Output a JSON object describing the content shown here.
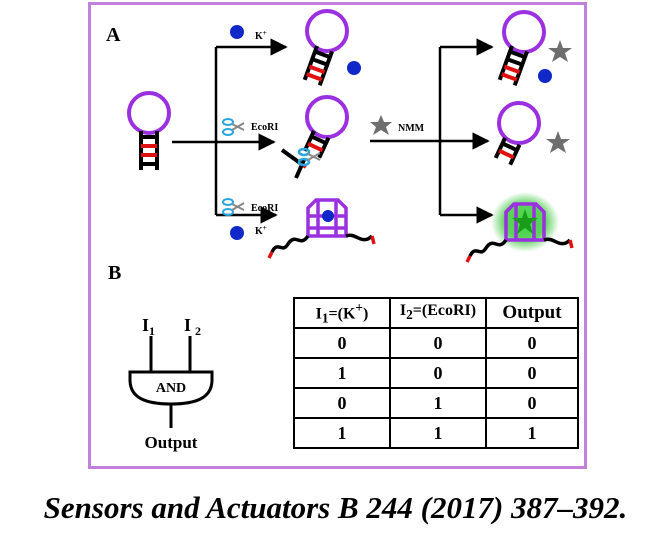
{
  "panels": {
    "a": "A",
    "b": "B"
  },
  "reagents": {
    "potassium": "K",
    "potassium_charge": "+",
    "enzyme": "EcoRI",
    "dye": "NMM"
  },
  "gate": {
    "input1": "I",
    "input1_sub": "1",
    "input2": "I",
    "input2_sub": "2",
    "name": "AND",
    "output": "Output"
  },
  "truth_table": {
    "headers": [
      "I1=(K+)",
      "I2=(EcoRI)",
      "Output"
    ],
    "rows": [
      [
        "0",
        "0",
        "0"
      ],
      [
        "1",
        "0",
        "0"
      ],
      [
        "0",
        "1",
        "0"
      ],
      [
        "1",
        "1",
        "1"
      ]
    ]
  },
  "colors": {
    "frame": "#c080dc",
    "loop": "#9b30e0",
    "stem": "#000000",
    "site": "#e01010",
    "ion": "#1028c8",
    "scissors": "#2aa6e0",
    "glow": "#18c818",
    "dye": "#6e6e6e"
  },
  "citation": "Sensors and Actuators B 244 (2017) 387–392."
}
